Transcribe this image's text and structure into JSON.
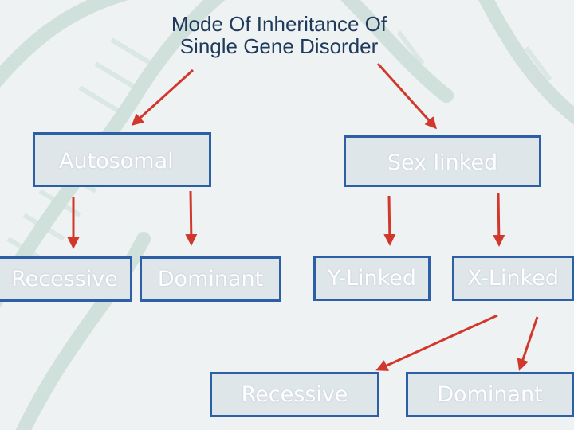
{
  "title": {
    "line1": "Mode Of Inheritance Of",
    "line2": "Single Gene Disorder"
  },
  "nodes": {
    "autosomal": "Autosomal",
    "sex_linked": "Sex linked",
    "recessive_autosomal": "Recessive",
    "dominant_autosomal": "Dominant",
    "y_linked": "Y-Linked",
    "x_linked": "X-Linked",
    "recessive_x": "Recessive",
    "dominant_x": "Dominant"
  },
  "colors": {
    "box_border": "#2d5fa6",
    "box_fill": "#dfe6ea",
    "arrow": "#d2372c",
    "title": "#1f3a5a"
  }
}
